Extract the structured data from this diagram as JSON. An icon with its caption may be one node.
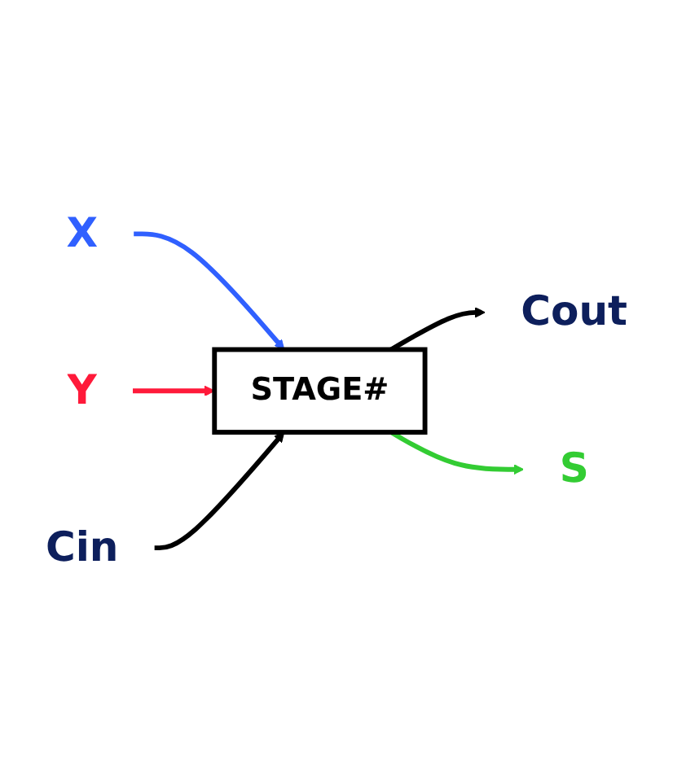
{
  "diagram": {
    "nodes": [
      {
        "text": [
          "Cout"
        ]
      },
      {
        "text": [
          "X"
        ]
      },
      {
        "text": [
          "STAGE#"
        ]
      },
      {
        "text": [
          "S"
        ]
      },
      {
        "text": [
          "Y"
        ]
      },
      {
        "text": [
          "Cin"
        ]
      }
    ],
    "edges": [
      {
        "from": 2,
        "to": 0,
        "arrow": "to"
      },
      {
        "from": 1,
        "to": 2,
        "arrow": "to",
        "color": "#3060ff"
      },
      {
        "from": 2,
        "to": 3,
        "arrow": "to",
        "color": "#33cc33"
      },
      {
        "from": 4,
        "to": 2,
        "arrow": "to",
        "color": "#ff1a3a"
      },
      {
        "from": 5,
        "to": 2,
        "arrow": "to"
      }
    ]
  }
}
